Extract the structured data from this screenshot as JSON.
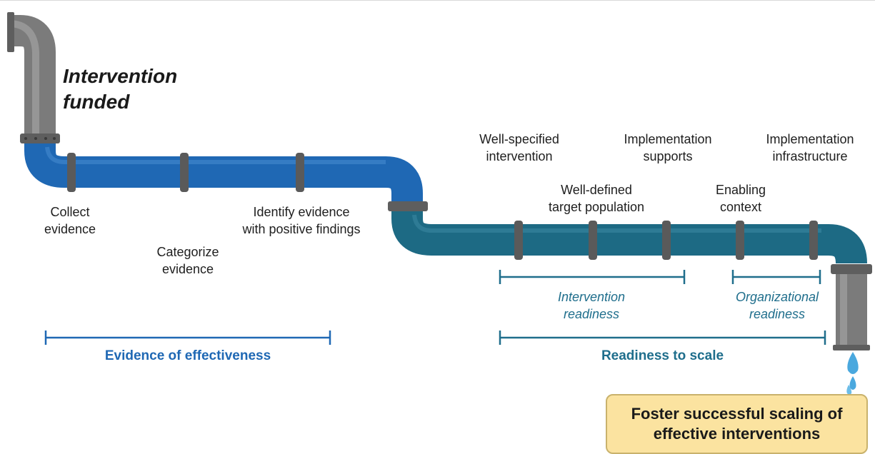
{
  "title": "Intervention\nfunded",
  "stage_labels": {
    "collect": "Collect\nevidence",
    "categorize": "Categorize\nevidence",
    "identify": "Identify evidence\nwith positive findings",
    "well_specified": "Well-specified\nintervention",
    "well_defined": "Well-defined\ntarget population",
    "impl_supports": "Implementation\nsupports",
    "enabling": "Enabling\ncontext",
    "impl_infra": "Implementation\ninfrastructure"
  },
  "sub_brackets": {
    "intervention_readiness": "Intervention\nreadiness",
    "organizational_readiness": "Organizational\nreadiness"
  },
  "main_brackets": {
    "evidence": "Evidence of effectiveness",
    "readiness": "Readiness to scale"
  },
  "outcome": "Foster successful scaling of\neffective interventions",
  "colors": {
    "blue_pipe": "#1f68b4",
    "teal_pipe": "#1d6a84",
    "gray_pipe": "#8c8c8c",
    "evidence_text": "#1f68b4",
    "readiness_text": "#1f6e8c",
    "callout_fill": "#fbe3a0",
    "water": "#4aa8de"
  }
}
